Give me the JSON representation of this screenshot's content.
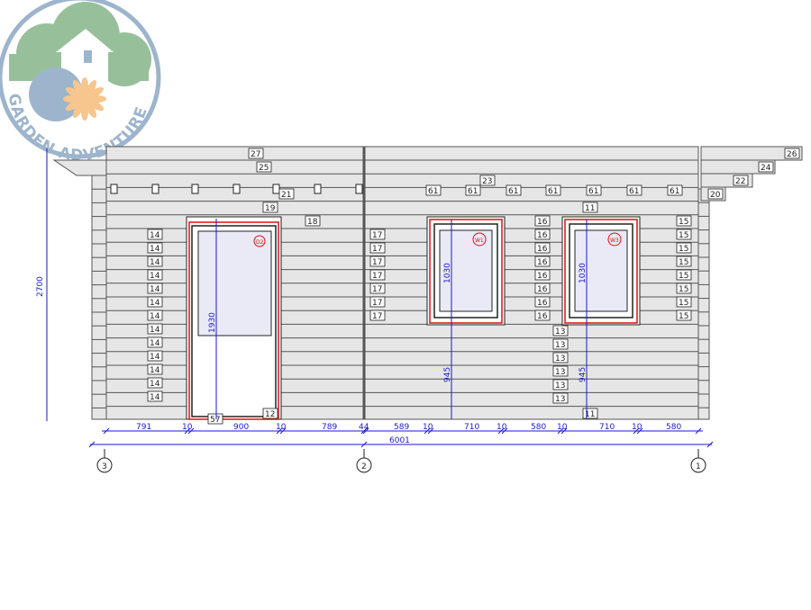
{
  "logo": {
    "text": "GARDEN ADVENTURE",
    "colors": {
      "cloud": "#97c09a",
      "ring": "#9db5cc",
      "sun": "#f6c68e",
      "house": "#ffffff"
    }
  },
  "colors": {
    "board": "#e6e6e6",
    "board_line": "#555555",
    "dimension": "#1a1acc",
    "frame_red": "#dd1111",
    "glass": "#e9eaf6"
  },
  "drawing": {
    "overall_height": "2700",
    "overall_width": "6001",
    "door_height": "1930",
    "window_height_left": "1030",
    "window_height_right": "1030",
    "sill_height_left": "945",
    "sill_height_right": "945",
    "door_tag": "D2",
    "window_tags": [
      "W1",
      "W3"
    ],
    "bottom_dims": [
      "791",
      "10",
      "900",
      "10",
      "789",
      "44",
      "589",
      "10",
      "710",
      "10",
      "580",
      "10",
      "710",
      "10",
      "580"
    ],
    "axis_markers": [
      "3",
      "2",
      "1"
    ],
    "part_labels": {
      "roof_top": "27",
      "roof_2": "25",
      "fascia_right_top": "26",
      "fascia_right_2": "24",
      "fascia_right_3": "22",
      "fascia_right_4": "20",
      "purlin_label": "21",
      "center_roof": "23",
      "lintel_left": "19",
      "lintel_right": "11",
      "door_top_board": "18",
      "door_bottom": "12",
      "door_bottom_left": "57",
      "right_bottom": "11",
      "purlin_right": "61"
    },
    "left_wall_board": "14",
    "mid_left_board": "17",
    "mid_board": "16",
    "right_board": "15",
    "lower_center_board": "13"
  }
}
